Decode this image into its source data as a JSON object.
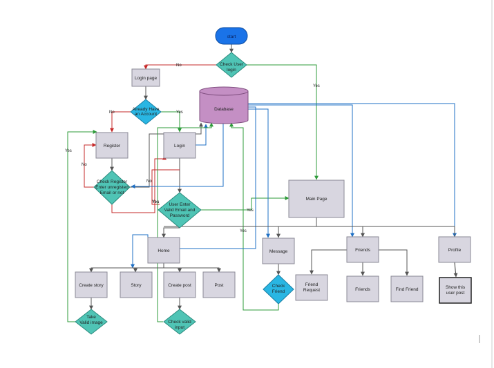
{
  "nodes": {
    "start": "start",
    "check_user_login": [
      "Check User",
      "login"
    ],
    "login_page": "Login page",
    "database": "Database",
    "already_have_account": [
      "Already Have",
      "an Account"
    ],
    "register": "Register",
    "login": "Login",
    "check_register": [
      "Check Register",
      "Enter unregisted",
      "Email or not"
    ],
    "user_enter_valid": [
      "User Enter",
      "Valid Email and",
      "Password"
    ],
    "main_page": "Main Page",
    "home": "Home",
    "message": "Message",
    "friends_top": "Friends",
    "profile": "Profile",
    "create_story": "Create story",
    "story": "Story",
    "create_post": "Create post",
    "post": "Post",
    "check_friend": [
      "Check",
      "Friend"
    ],
    "friend_request": [
      "Friend",
      "Request"
    ],
    "friends_list": "Friends",
    "find_friend": "Find Friend",
    "show_user_post": [
      "Show this",
      "user post"
    ],
    "take_valid_image": [
      "Take",
      "Valid image"
    ],
    "check_valid_input": [
      "Check valid",
      "input"
    ]
  },
  "edge_labels": {
    "no_login_page": "No",
    "yes_main": "Yes",
    "no_register": "No",
    "yes_login": "Yes",
    "yes_left": "Yes",
    "no_reg_loop": "No",
    "no_check_reg": "No",
    "yes_check_reg": "Yes",
    "yes_valid": "Yes",
    "yes_db": "Yes"
  },
  "colors": {
    "start_fill": "#1a73e8",
    "diamond_fill": "#4fc4b5",
    "diamond_blue_fill": "#29b6e3",
    "box_fill": "#d8d6e0",
    "box_stroke": "#8a8896",
    "db_fill": "#c48fc4",
    "green_line": "#2e9b3a",
    "red_line": "#c62828",
    "blue_line": "#1e6fc4",
    "gray_line": "#555555"
  }
}
